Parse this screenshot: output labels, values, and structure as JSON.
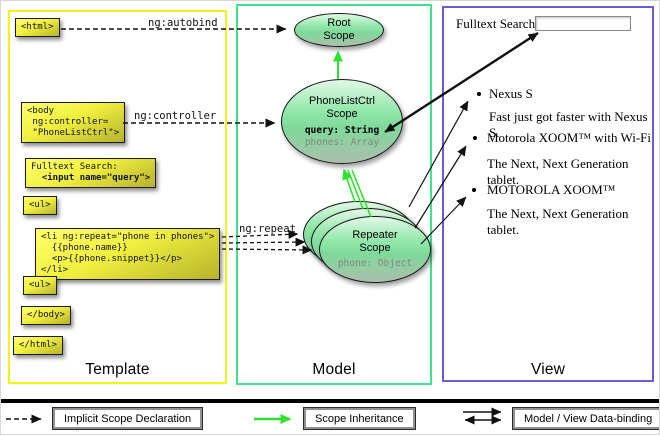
{
  "columns": {
    "template_title": "Template",
    "model_title": "Model",
    "view_title": "View"
  },
  "template": {
    "html_open": "<html>",
    "body_open": [
      "<body",
      " ng:controller=",
      " \"PhoneListCtrl\">"
    ],
    "fulltext_label": "Fulltext Search:",
    "fulltext_input": "  <input name=\"query\">",
    "ul_open": "<ul>",
    "li": [
      "<li ng:repeat=\"phone in phones\">",
      "  {{phone.name}}",
      "  <p>{{phone.snippet}}</p>",
      "</li>"
    ],
    "ul_close": "<ul>",
    "body_close": "</body>",
    "html_close": "</html>"
  },
  "labels": {
    "ng_autobind": "ng:autobind",
    "ng_controller": "ng:controller",
    "ng_repeat": "ng:repeat"
  },
  "model": {
    "root": {
      "line1": "Root",
      "line2": "Scope"
    },
    "ctrl": {
      "line1": "PhoneListCtrl",
      "line2": "Scope",
      "prop1": "query: String",
      "prop2": "phones: Array"
    },
    "repeater": {
      "line1": "Repeater",
      "line2": "Scope",
      "prop1": "phone: Object"
    }
  },
  "view": {
    "search_label": "Fulltext Search:",
    "search_value": "",
    "items": [
      {
        "name": "Nexus S",
        "snippet": "Fast just got faster with Nexus S."
      },
      {
        "name": "Motorola XOOM™  with Wi-Fi",
        "snippet": "The Next, Next Generation tablet."
      },
      {
        "name": "MOTOROLA XOOM™",
        "snippet": "The Next, Next Generation tablet."
      }
    ]
  },
  "legend": {
    "implicit": "Implicit Scope Declaration",
    "inheritance": "Scope Inheritance",
    "binding": "Model / View Data-binding"
  },
  "colors": {
    "template_border": "#f4f410",
    "model_border": "#40e38c",
    "view_border": "#6a5cd8",
    "code_box_fill": "#f0ef3e",
    "scope_fill": "#8ce2a4",
    "inheritance_arrow": "#2ce22c"
  }
}
